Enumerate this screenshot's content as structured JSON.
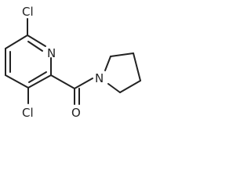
{
  "molecule": {
    "atoms": {
      "cl_top": "Cl",
      "n_ring": "N",
      "cl_bottom": "Cl",
      "o_carbonyl": "O",
      "n_pyrrolidine": "N"
    }
  },
  "colors": {
    "bond": "#222222",
    "label": "#222222",
    "background": "#ffffff"
  }
}
